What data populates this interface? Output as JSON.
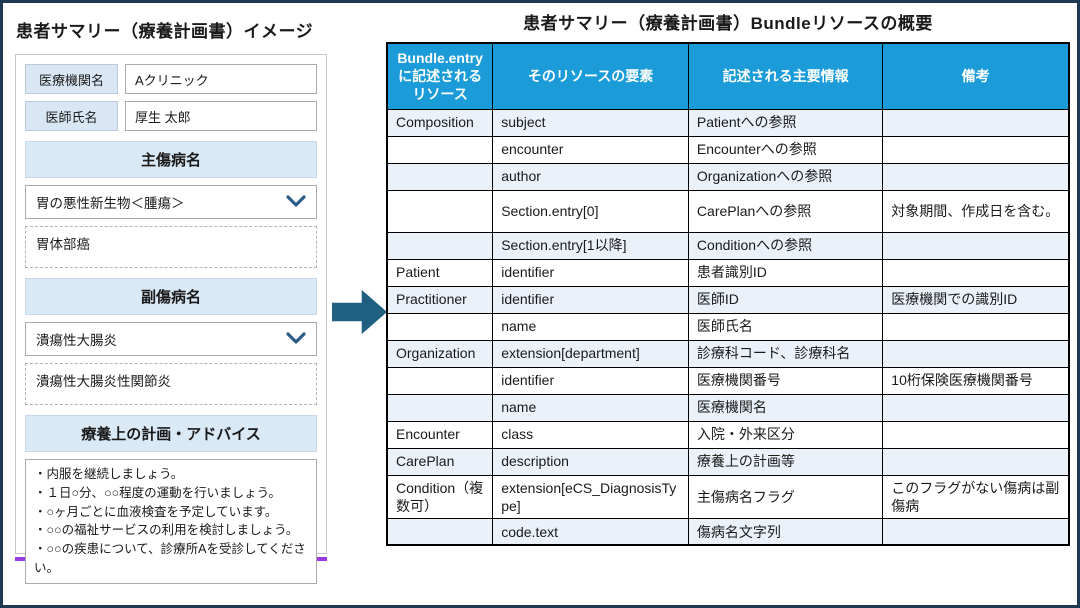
{
  "left_panel": {
    "title": "患者サマリー（療養計画書）イメージ",
    "fields": [
      {
        "label": "医療機関名",
        "value": "Aクリニック"
      },
      {
        "label": "医師氏名",
        "value": "厚生 太郎"
      }
    ],
    "sections": [
      {
        "header": "主傷病名",
        "primary": "胃の悪性新生物＜腫瘍＞",
        "secondary": "胃体部癌"
      },
      {
        "header": "副傷病名",
        "primary": "潰瘍性大腸炎",
        "secondary": "潰瘍性大腸炎性関節炎"
      }
    ],
    "advice": {
      "header": "療養上の計画・アドバイス",
      "lines": [
        "・内服を継続しましょう。",
        "・１日○分、○○程度の運動を行いましょう。",
        "・○ヶ月ごとに血液検査を予定しています。",
        "・○○の福祉サービスの利用を検討しましょう。",
        "・○○の疾患について、診療所Aを受診してください。"
      ]
    }
  },
  "arrow_icon": "arrow-right-icon",
  "right_panel": {
    "title": "患者サマリー（療養計画書）Bundleリソースの概要",
    "table": {
      "headers": [
        "Bundle.entry\nに記述される\nリソース",
        "そのリソースの要素",
        "記述される主要情報",
        "備考"
      ],
      "rows": [
        {
          "cells": [
            "Composition",
            "subject",
            "Patientへの参照",
            ""
          ],
          "tall": false
        },
        {
          "cells": [
            "",
            "encounter",
            "Encounterへの参照",
            ""
          ],
          "tall": false
        },
        {
          "cells": [
            "",
            "author",
            "Organizationへの参照",
            ""
          ],
          "tall": false
        },
        {
          "cells": [
            "",
            "Section.entry[0]",
            "CarePlanへの参照",
            "対象期間、作成日を含む。"
          ],
          "tall": true
        },
        {
          "cells": [
            "",
            "Section.entry[1以降]",
            "Conditionへの参照",
            ""
          ],
          "tall": false
        },
        {
          "cells": [
            "Patient",
            "identifier",
            "患者識別ID",
            ""
          ],
          "tall": false
        },
        {
          "cells": [
            "Practitioner",
            "identifier",
            "医師ID",
            "医療機関での識別ID"
          ],
          "tall": false
        },
        {
          "cells": [
            "",
            "name",
            "医師氏名",
            ""
          ],
          "tall": false
        },
        {
          "cells": [
            "Organization",
            "extension[department]",
            "診療科コード、診療科名",
            ""
          ],
          "tall": false
        },
        {
          "cells": [
            "",
            "identifier",
            "医療機関番号",
            "10桁保険医療機関番号"
          ],
          "tall": false
        },
        {
          "cells": [
            "",
            "name",
            "医療機関名",
            ""
          ],
          "tall": false
        },
        {
          "cells": [
            "Encounter",
            "class",
            "入院・外来区分",
            ""
          ],
          "tall": false
        },
        {
          "cells": [
            "CarePlan",
            "description",
            "療養上の計画等",
            ""
          ],
          "tall": false
        },
        {
          "cells": [
            "Condition（複数可）",
            "extension[eCS_DiagnosisType]",
            "主傷病名フラグ",
            "このフラグがない傷病は副傷病"
          ],
          "tall": true
        },
        {
          "cells": [
            "",
            "code.text",
            "傷病名文字列",
            ""
          ],
          "tall": false
        }
      ]
    }
  },
  "colors": {
    "frame_border": "#1E3A52",
    "table_header_bg": "#1B9CD9",
    "band_row_bg": "#EAF1F9",
    "section_header_bg": "#DAE9F6",
    "field_label_bg": "#D9E6F4",
    "arrow": "#1E5F82",
    "chevron": "#2B5C8A",
    "underline": "#9B3BE0"
  }
}
